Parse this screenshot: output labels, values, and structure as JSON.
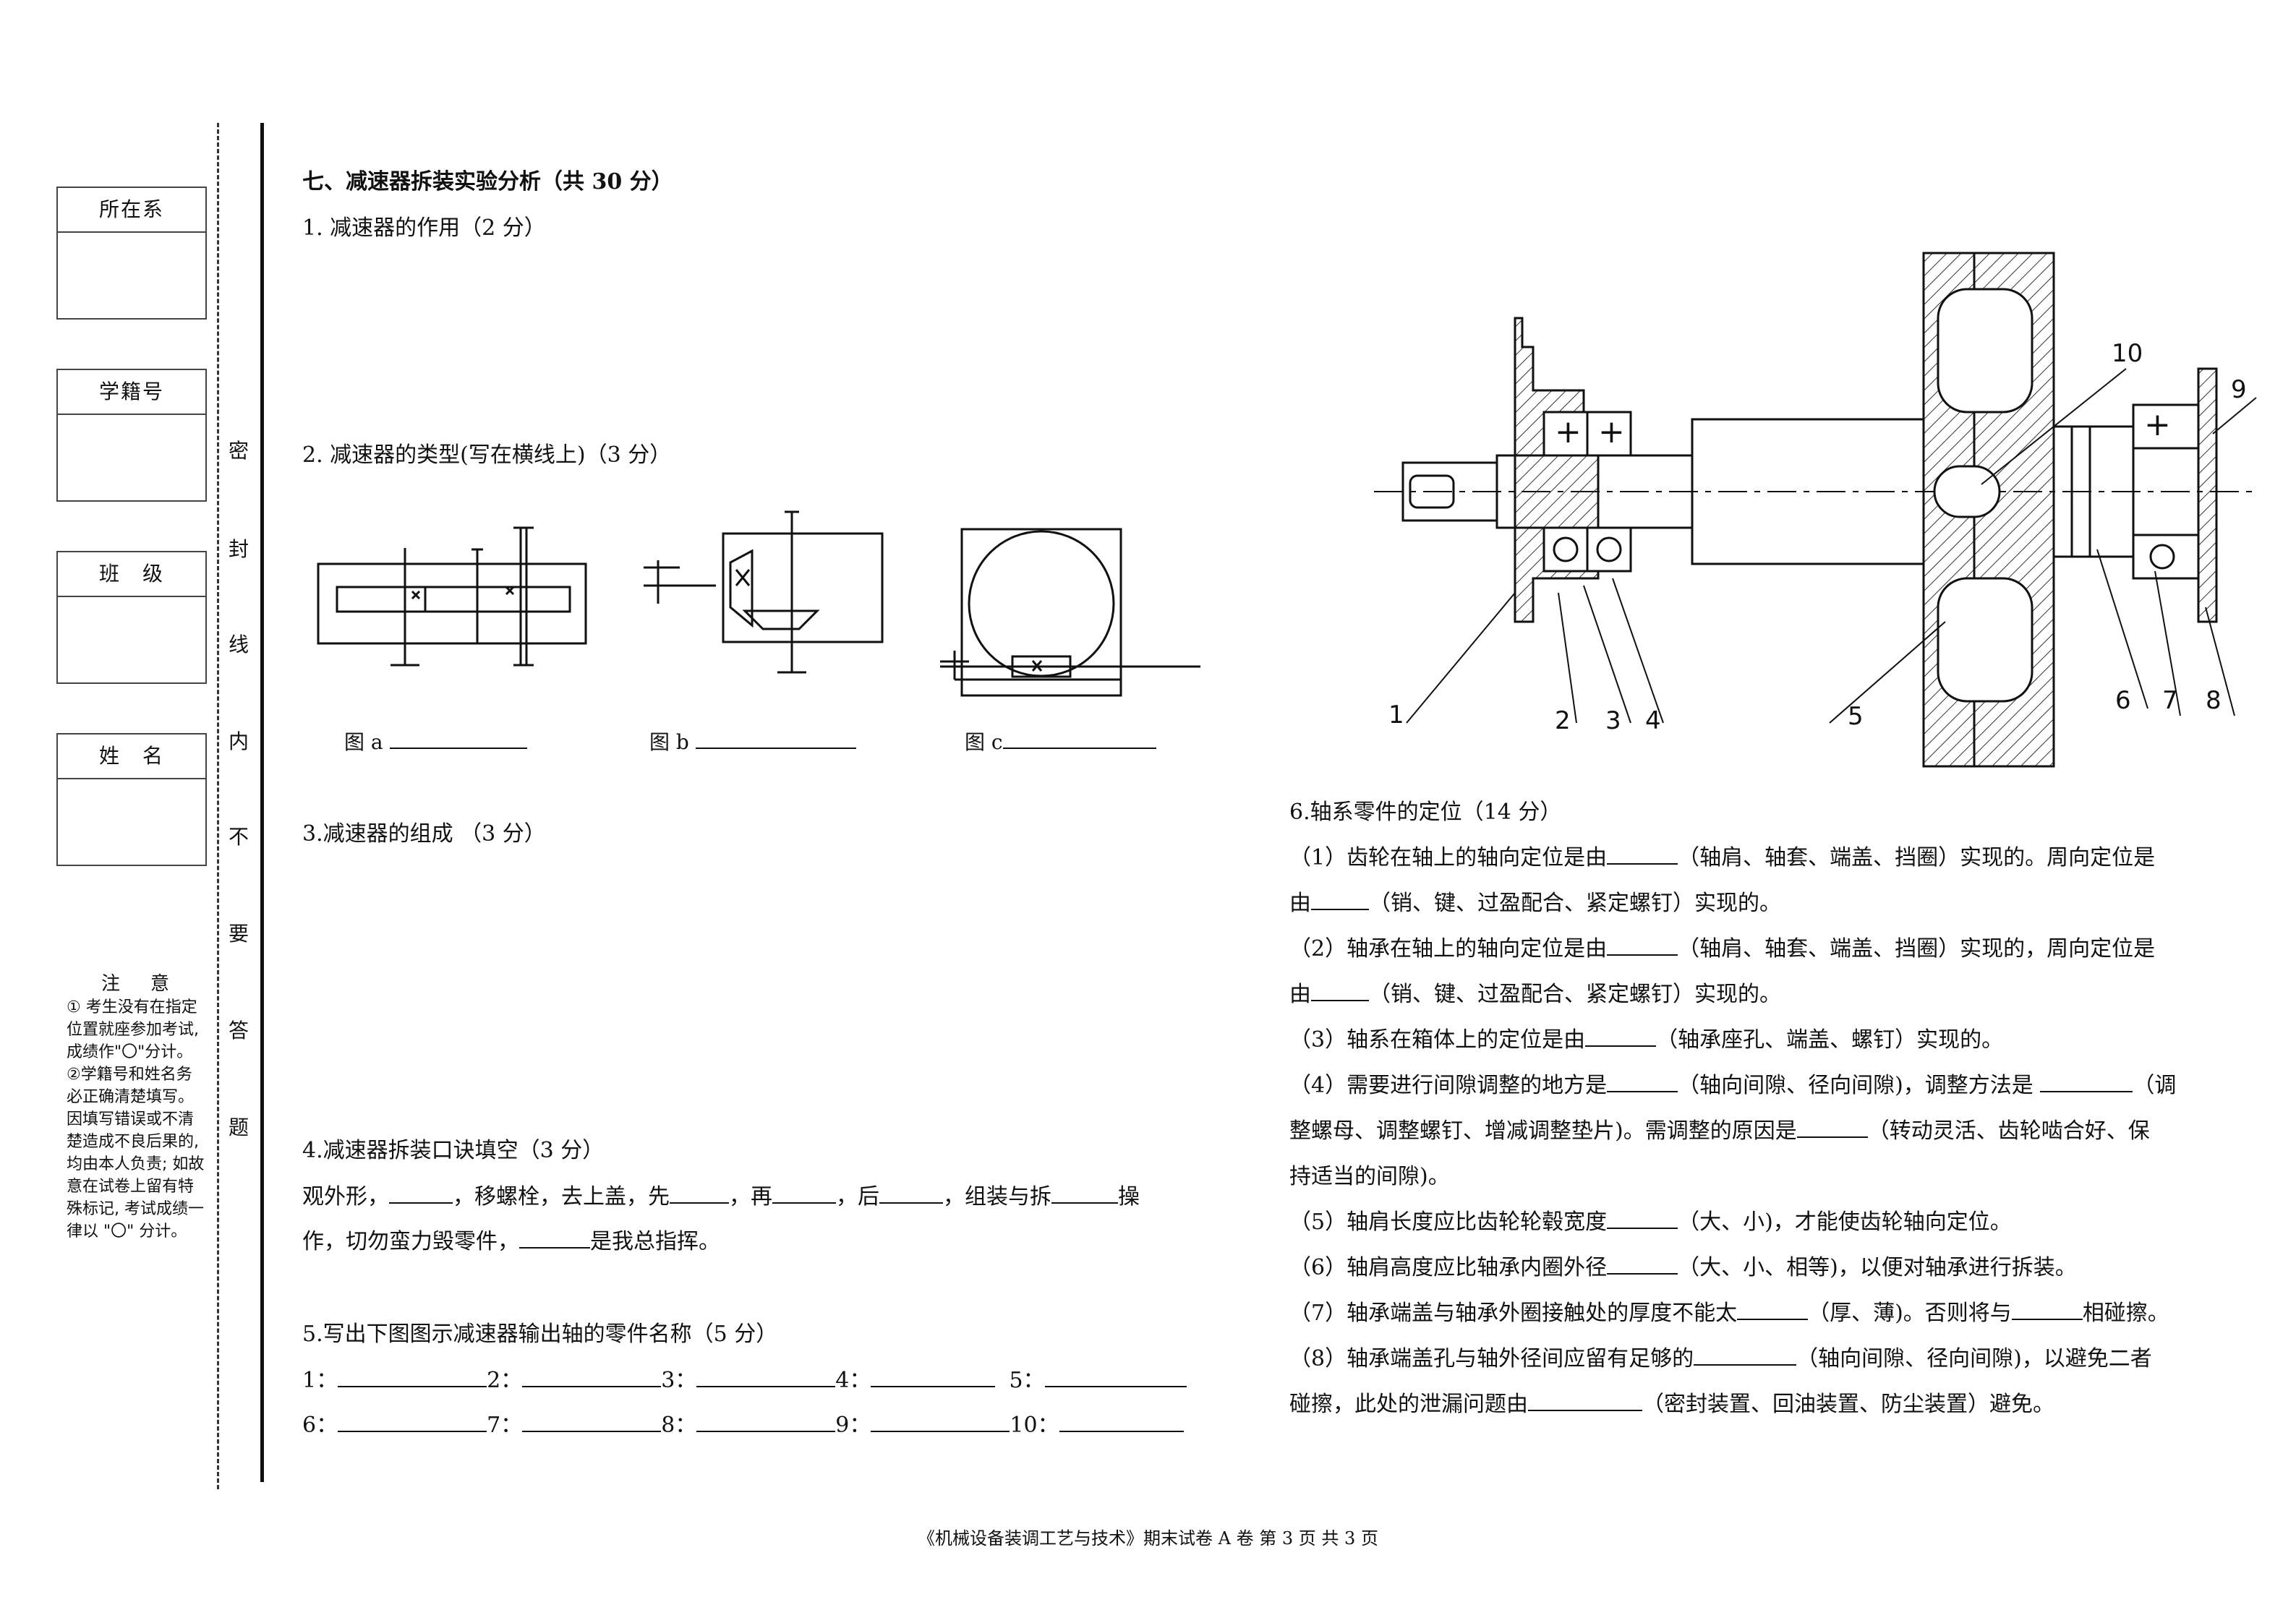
{
  "sidebar": {
    "boxes": [
      {
        "label": "所在系"
      },
      {
        "label": "学籍号"
      },
      {
        "label": "班　级"
      },
      {
        "label": "姓　名"
      }
    ],
    "notes_title": "注　意",
    "notes": [
      "① 考生没有在指定位置就座参加考试, 成绩作\"〇\"分计。",
      "②学籍号和姓名务必正确清楚填写。因填写错误或不清楚造成不良后果的, 均由本人负责; 如故意在试卷上留有特殊标记, 考试成绩一律以 \"〇\" 分计。"
    ],
    "seal_chars": [
      "密",
      "封",
      "线",
      "内",
      "不",
      "要",
      "答",
      "题"
    ]
  },
  "section": {
    "title": "七、减速器拆装实验分析（共 30 分）",
    "q1": "1. 减速器的作用（2 分）",
    "q2": "2. 减速器的类型(写在横线上)（3 分）",
    "fig_a": "图 a",
    "fig_b": "图 b",
    "fig_c": "图 c",
    "q3": "3.减速器的组成 （3 分）",
    "q4": "4.减速器拆装口诀填空（3 分）",
    "q4_line1": [
      "观外形，",
      "，移螺栓，去上盖，先",
      "，再",
      "，后",
      "，组装与拆",
      "操"
    ],
    "q4_line2": [
      "作，切勿蛮力毁零件，",
      "是我总指挥。"
    ],
    "q5": "5.写出下图图示减速器输出轴的零件名称（5 分）",
    "q5_row1": [
      "1：",
      "2：",
      "3：",
      "4：",
      "5："
    ],
    "q5_row2": [
      "6：",
      "7：",
      "8：",
      "9：",
      "10："
    ]
  },
  "drawing": {
    "labels": [
      "1",
      "2",
      "3",
      "4",
      "5",
      "6",
      "7",
      "8",
      "9",
      "10"
    ]
  },
  "q6": {
    "title": "6.轴系零件的定位（14 分）",
    "items": [
      [
        "（1）齿轮在轴上的轴向定位是由",
        "（轴肩、轴套、端盖、挡圈）实现的。周向定位是"
      ],
      [
        "由",
        "（销、键、过盈配合、紧定螺钉）实现的。"
      ],
      [
        "（2）轴承在轴上的轴向定位是由",
        "（轴肩、轴套、端盖、挡圈）实现的，周向定位是"
      ],
      [
        "由",
        "（销、键、过盈配合、紧定螺钉）实现的。"
      ],
      [
        "（3）轴系在箱体上的定位是由",
        "（轴承座孔、端盖、螺钉）实现的。"
      ],
      [
        "（4）需要进行间隙调整的地方是",
        "（轴向间隙、径向间隙)，调整方法是 ",
        "（调"
      ],
      [
        "整螺母、调整螺钉、增减调整垫片)。需调整的原因是",
        "（转动灵活、齿轮啮合好、保"
      ],
      [
        "持适当的间隙)。"
      ],
      [
        "（5）轴肩长度应比齿轮轮毂宽度",
        "（大、小)，才能使齿轮轴向定位。"
      ],
      [
        "（6）轴肩高度应比轴承内圈外径",
        "（大、小、相等)，以便对轴承进行拆装。"
      ],
      [
        "（7）轴承端盖与轴承外圈接触处的厚度不能太",
        "（厚、薄)。否则将与",
        "相碰擦。"
      ],
      [
        "（8）轴承端盖孔与轴外径间应留有足够的",
        "（轴向间隙、径向间隙)，以避免二者"
      ],
      [
        "碰擦，此处的泄漏问题由",
        "（密封装置、回油装置、防尘装置）避免。"
      ]
    ]
  },
  "footer": "《机械设备装调工艺与技术》期末试卷 A 卷 第 3 页 共 3 页"
}
